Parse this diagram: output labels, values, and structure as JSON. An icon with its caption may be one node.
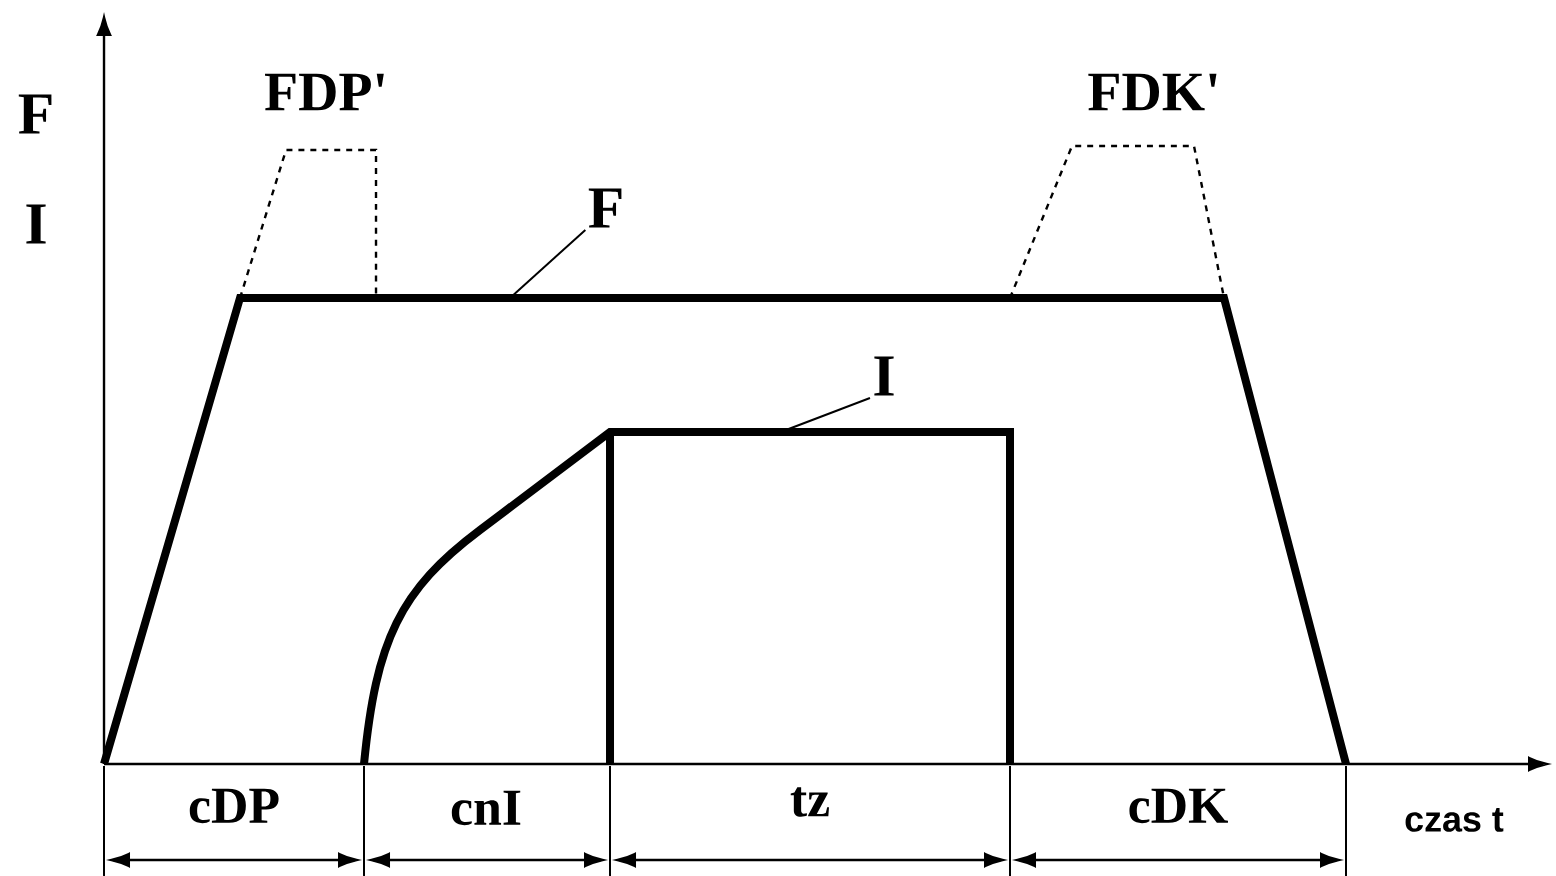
{
  "diagram": {
    "nodes": [
      {
        "text": [
          "F"
        ]
      },
      {
        "text": [
          "I"
        ]
      }
    ],
    "edges": [
      {
        "from": 0,
        "to": null,
        "arrow": "none"
      },
      {
        "from": 1,
        "to": null,
        "arrow": "none"
      }
    ],
    "labels": [
      "F",
      "I",
      "FDP'",
      "FDK'",
      "cDP",
      "cnI",
      "tz",
      "cDK",
      "czas t"
    ]
  }
}
